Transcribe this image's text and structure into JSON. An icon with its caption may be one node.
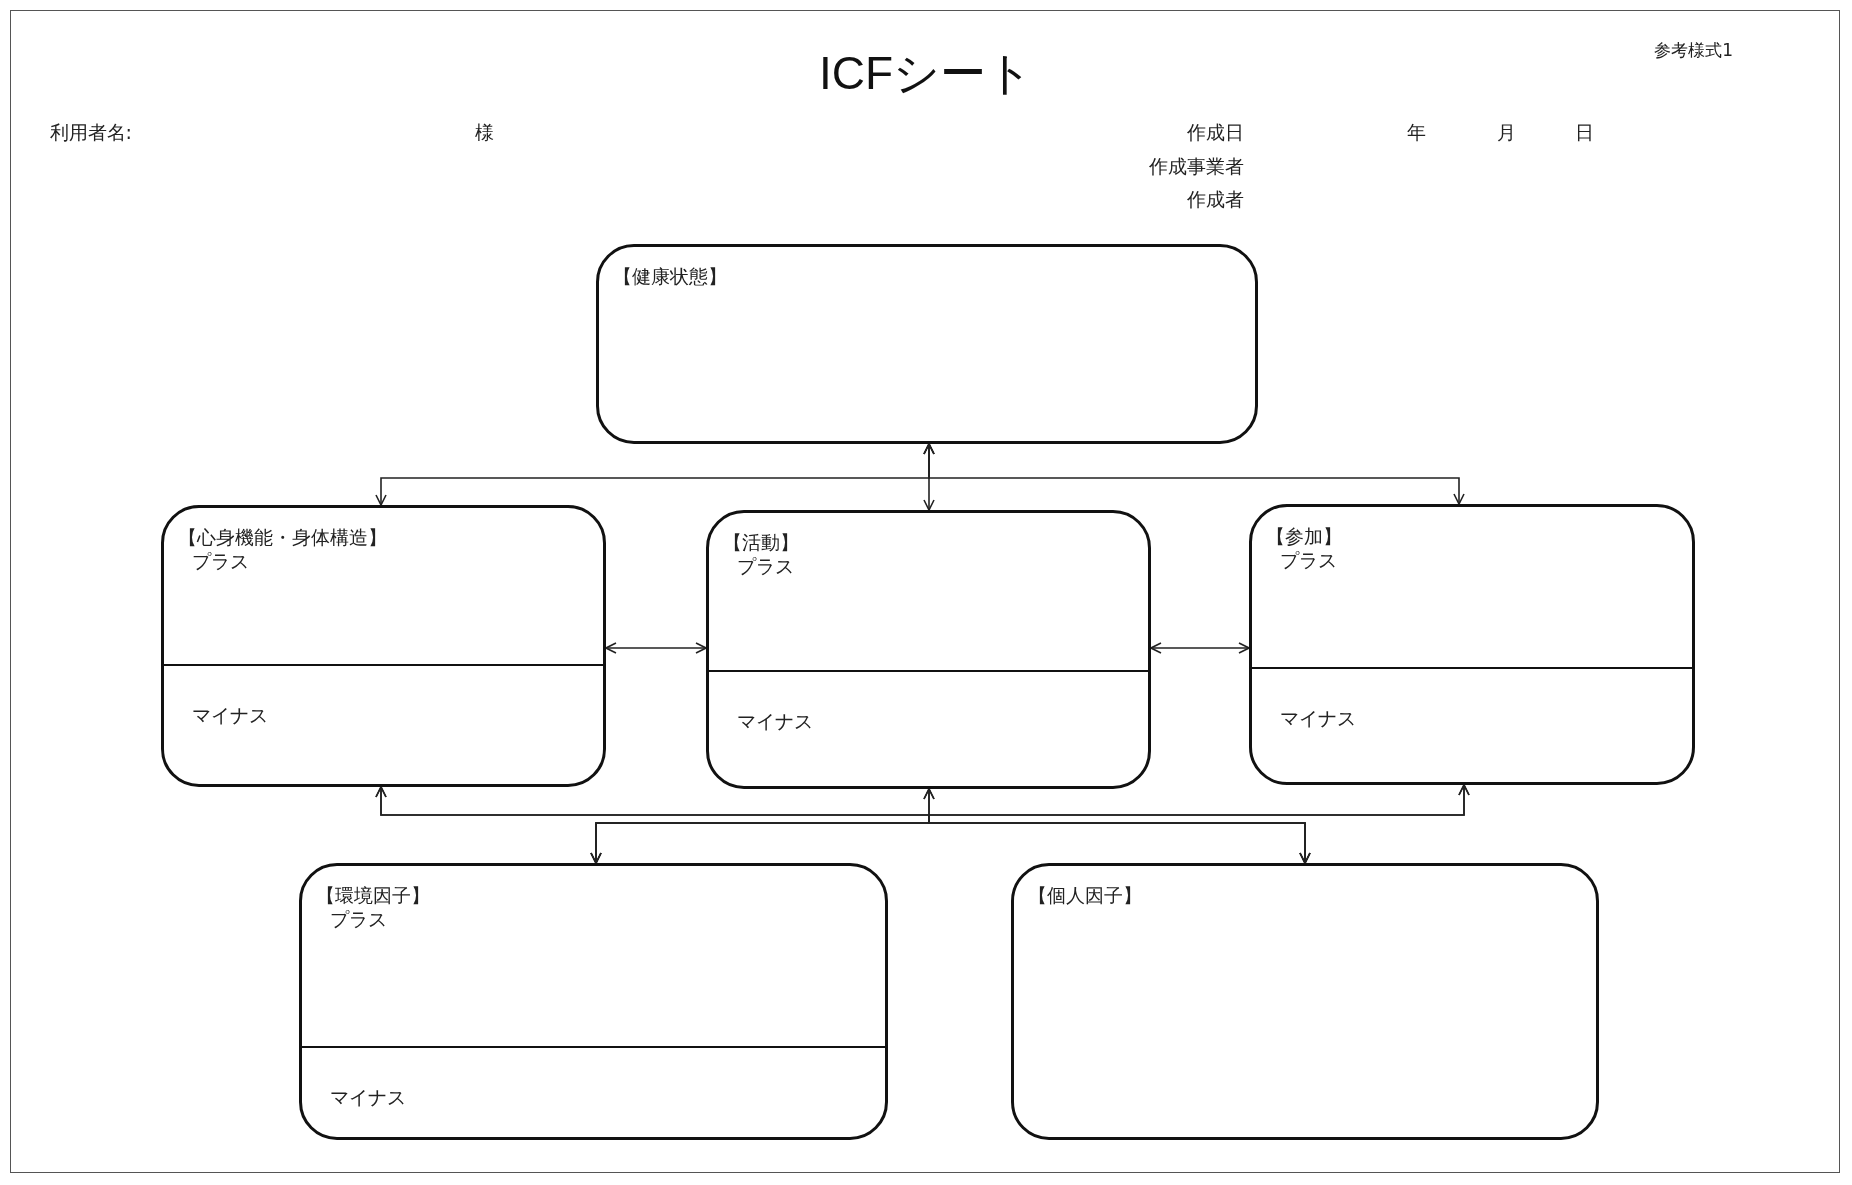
{
  "diagram": {
    "title": "ICFシート",
    "nodes": [
      {
        "text": [
          "【健康状態】"
        ]
      },
      {
        "text": [
          "【心身機能・身体構造】",
          "プラス",
          "マイナス"
        ]
      },
      {
        "text": [
          "【活動】",
          "プラス",
          "マイナス"
        ]
      },
      {
        "text": [
          "【参加】",
          "プラス",
          "マイナス"
        ]
      },
      {
        "text": [
          "【環境因子】",
          "プラス",
          "マイナス"
        ]
      },
      {
        "text": [
          "【個人因子】"
        ]
      }
    ],
    "edges": [
      {
        "from": 0,
        "to": 1,
        "arrow": "both"
      },
      {
        "from": 0,
        "to": 2,
        "arrow": "both"
      },
      {
        "from": 0,
        "to": 3,
        "arrow": "both"
      },
      {
        "from": 1,
        "to": 2,
        "arrow": "both"
      },
      {
        "from": 2,
        "to": 3,
        "arrow": "both"
      },
      {
        "from": 4,
        "to": 1,
        "arrow": "both"
      },
      {
        "from": 4,
        "to": 2,
        "arrow": "both"
      },
      {
        "from": 4,
        "to": 3,
        "arrow": "both"
      },
      {
        "from": 5,
        "to": 1,
        "arrow": "both"
      },
      {
        "from": 5,
        "to": 2,
        "arrow": "both"
      },
      {
        "from": 5,
        "to": 3,
        "arrow": "both"
      }
    ],
    "labels": [
      "参考様式1",
      "利用者名:",
      "様",
      "作成日",
      "年",
      "月",
      "日",
      "作成事業者",
      "作成者"
    ]
  }
}
